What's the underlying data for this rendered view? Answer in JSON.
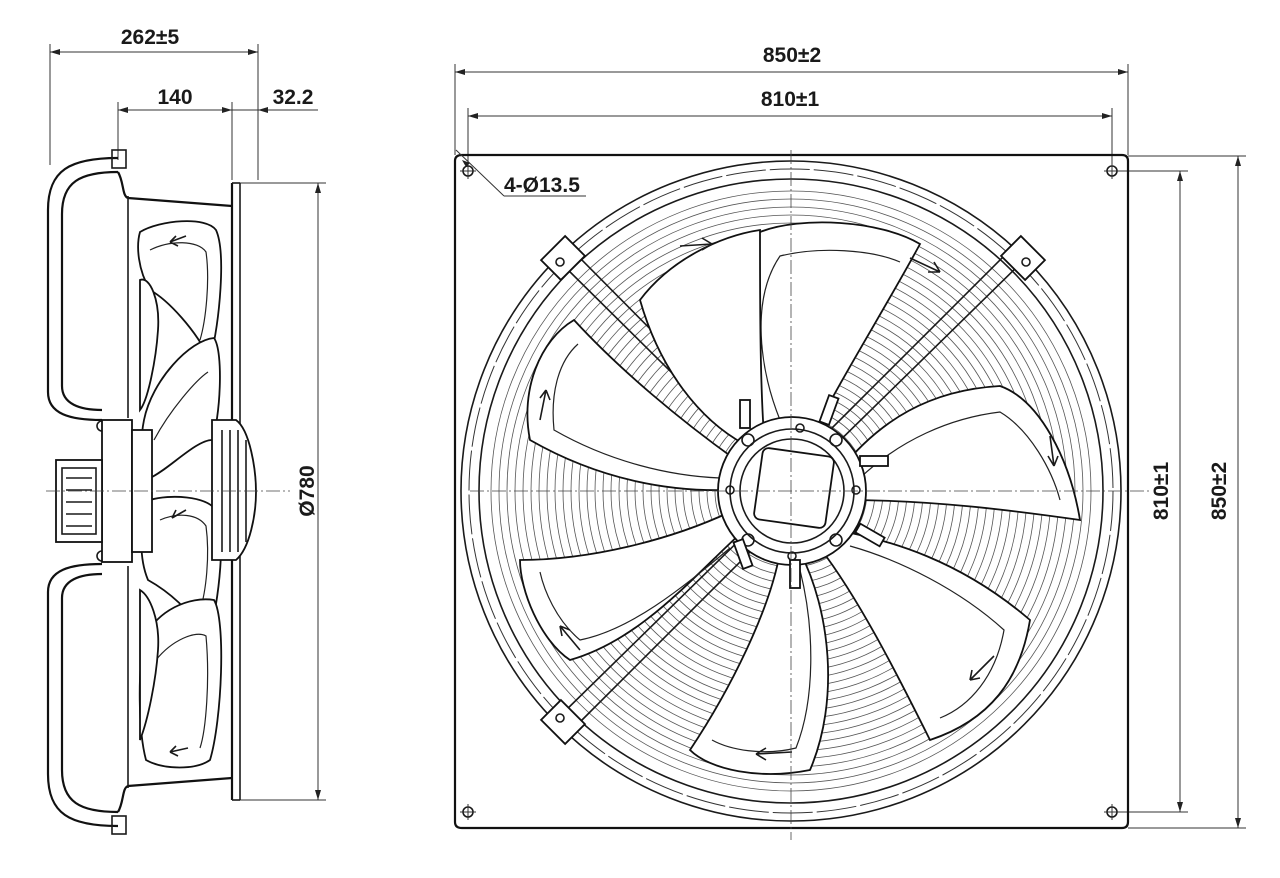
{
  "side_view": {
    "overall_depth": "262±5",
    "impeller_depth": "140",
    "flange_offset": "32.2",
    "diameter": "Ø780"
  },
  "front_view": {
    "overall_width": "850±2",
    "hole_spacing_horizontal": "810±1",
    "mounting_holes": "4-Ø13.5",
    "hole_spacing_vertical": "810±1",
    "overall_height": "850±2"
  }
}
